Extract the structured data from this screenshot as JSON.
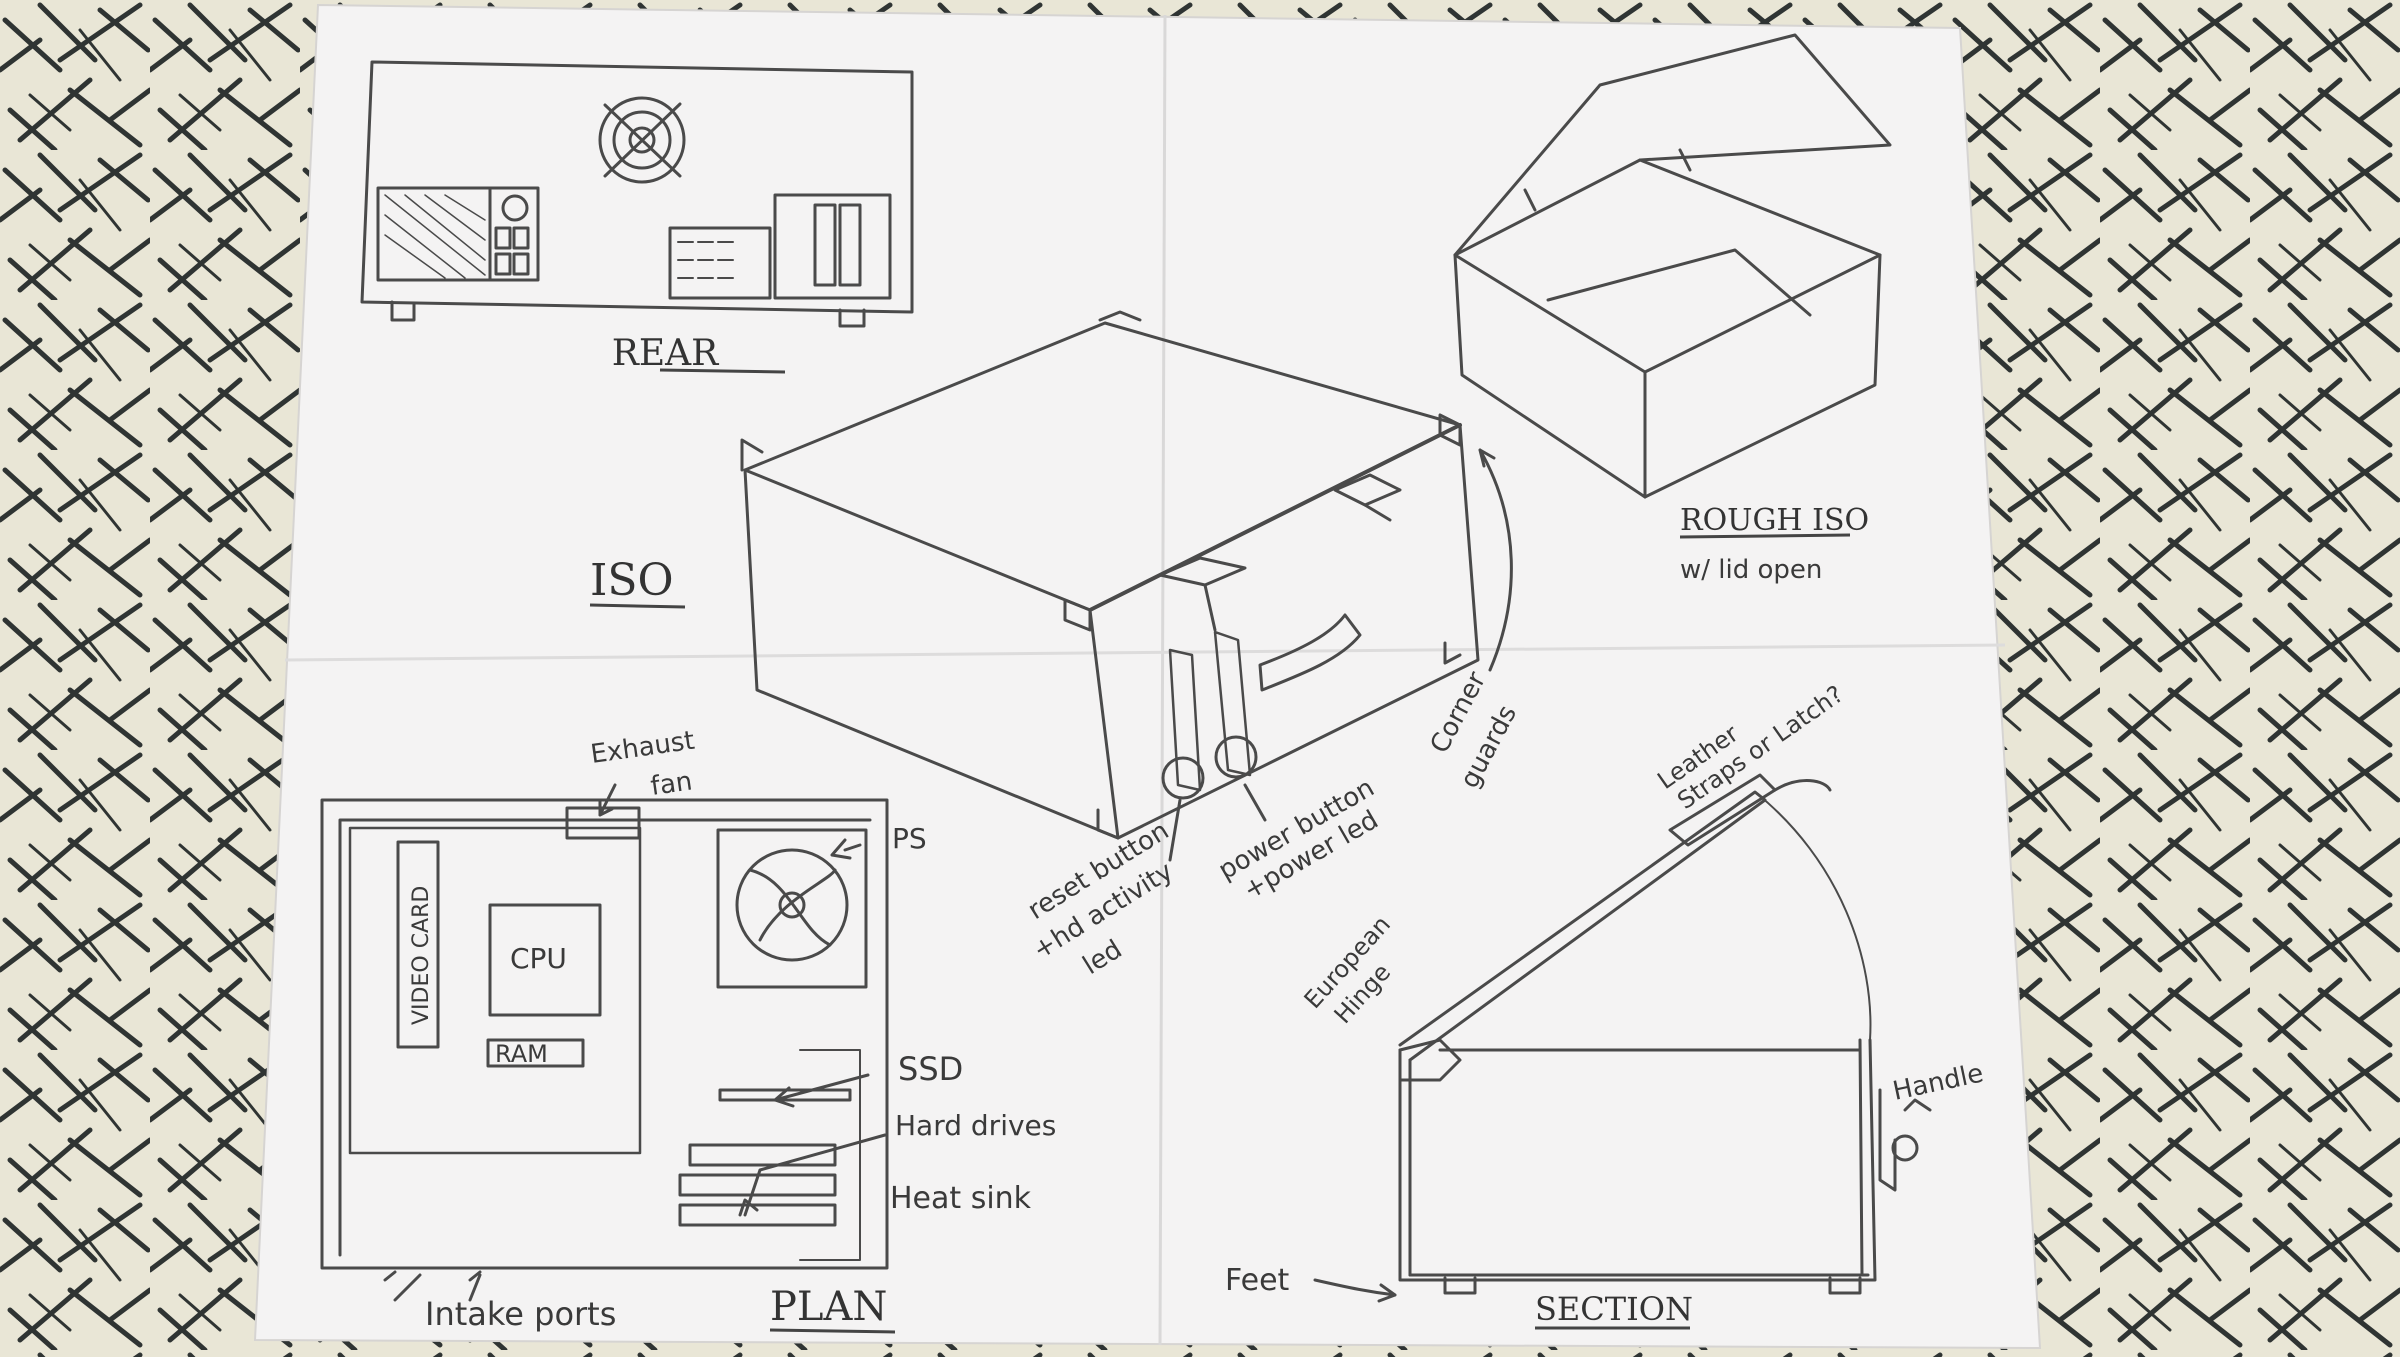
{
  "colors": {
    "counter_bg": "#e9e6d6",
    "counter_marks": "#2f3433",
    "paper": "#f4f3f3",
    "pencil": "#4a4a4a"
  },
  "views": {
    "rear": "REAR",
    "iso": "ISO",
    "rough_iso": "ROUGH ISO",
    "rough_iso_note": "w/ lid open",
    "plan": "PLAN",
    "section": "SECTION"
  },
  "plan_labels": {
    "exhaust_fan_line1": "Exhaust",
    "exhaust_fan_line2": "fan",
    "ps": "PS",
    "video_card": "VIDEO CARD",
    "cpu": "CPU",
    "ram": "RAM",
    "ssd": "SSD",
    "hard_drives": "Hard drives",
    "heat_sink": "Heat sink",
    "intake_ports": "Intake ports"
  },
  "iso_labels": {
    "reset_line1": "reset button",
    "reset_line2": "+hd activity",
    "reset_line3": "led",
    "power_line1": "power button",
    "power_line2": "+power led",
    "corner_line1": "Corner",
    "corner_line2": "guards"
  },
  "section_labels": {
    "straps_line1": "Leather",
    "straps_line2": "Straps or Latch?",
    "hinge_line1": "European",
    "hinge_line2": "Hinge",
    "handle": "Handle",
    "feet": "Feet"
  }
}
